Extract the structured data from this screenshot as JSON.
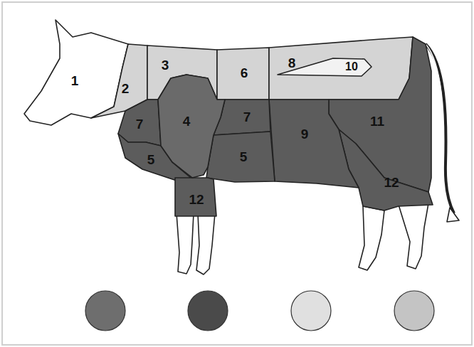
{
  "diagram": {
    "labels": [
      "1",
      "2",
      "3",
      "6",
      "8",
      "10",
      "7",
      "4",
      "7",
      "9",
      "11",
      "5",
      "5",
      "12",
      "12"
    ]
  }
}
